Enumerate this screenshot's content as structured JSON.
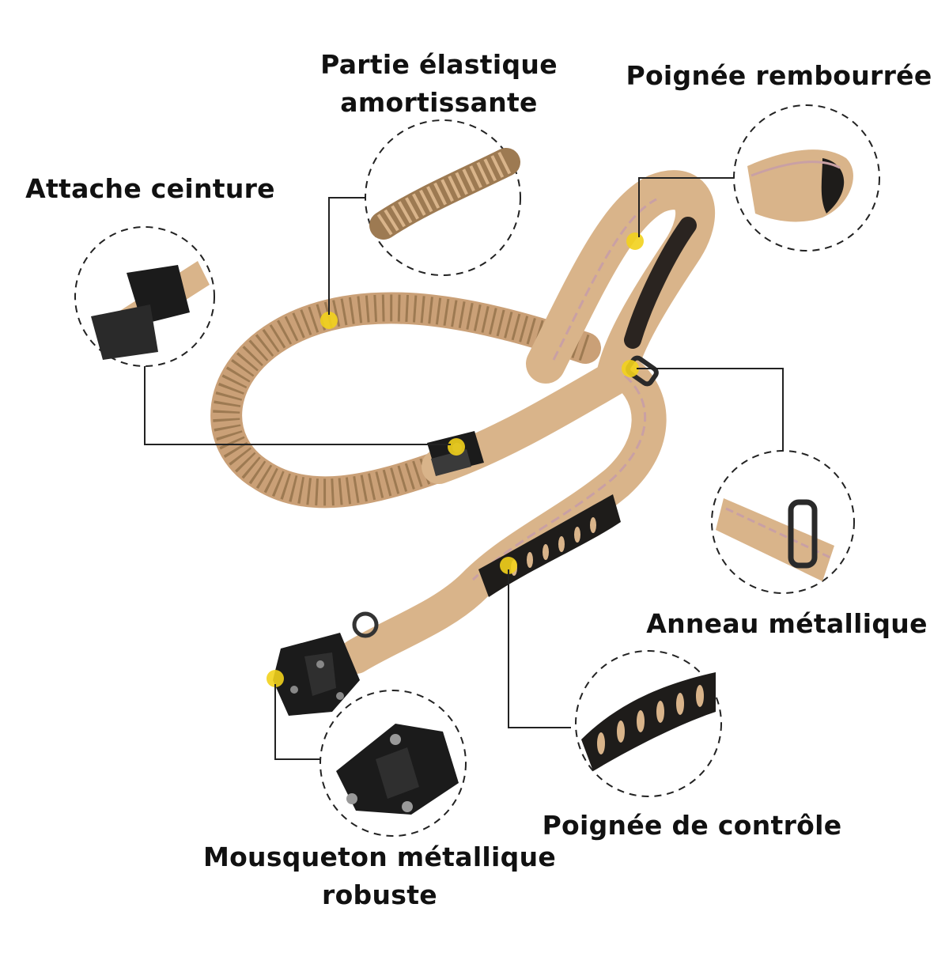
{
  "labels": {
    "elastic": [
      "Partie élastique",
      "amortissante"
    ],
    "padded_handle": "Poignée rembourrée",
    "belt_clip": "Attache ceinture",
    "metal_ring": "Anneau métallique",
    "control_handle": "Poignée de contrôle",
    "carabiner": [
      "Mousqueton métallique",
      "robuste"
    ]
  },
  "colors": {
    "strap": "#d9b48a",
    "strap_dark": "#b88f63",
    "strap_stitch": "#c9a0a4",
    "hardware": "#1b1b1b",
    "marker": "#f2d21c",
    "leader": "#222222",
    "background": "#ffffff"
  }
}
